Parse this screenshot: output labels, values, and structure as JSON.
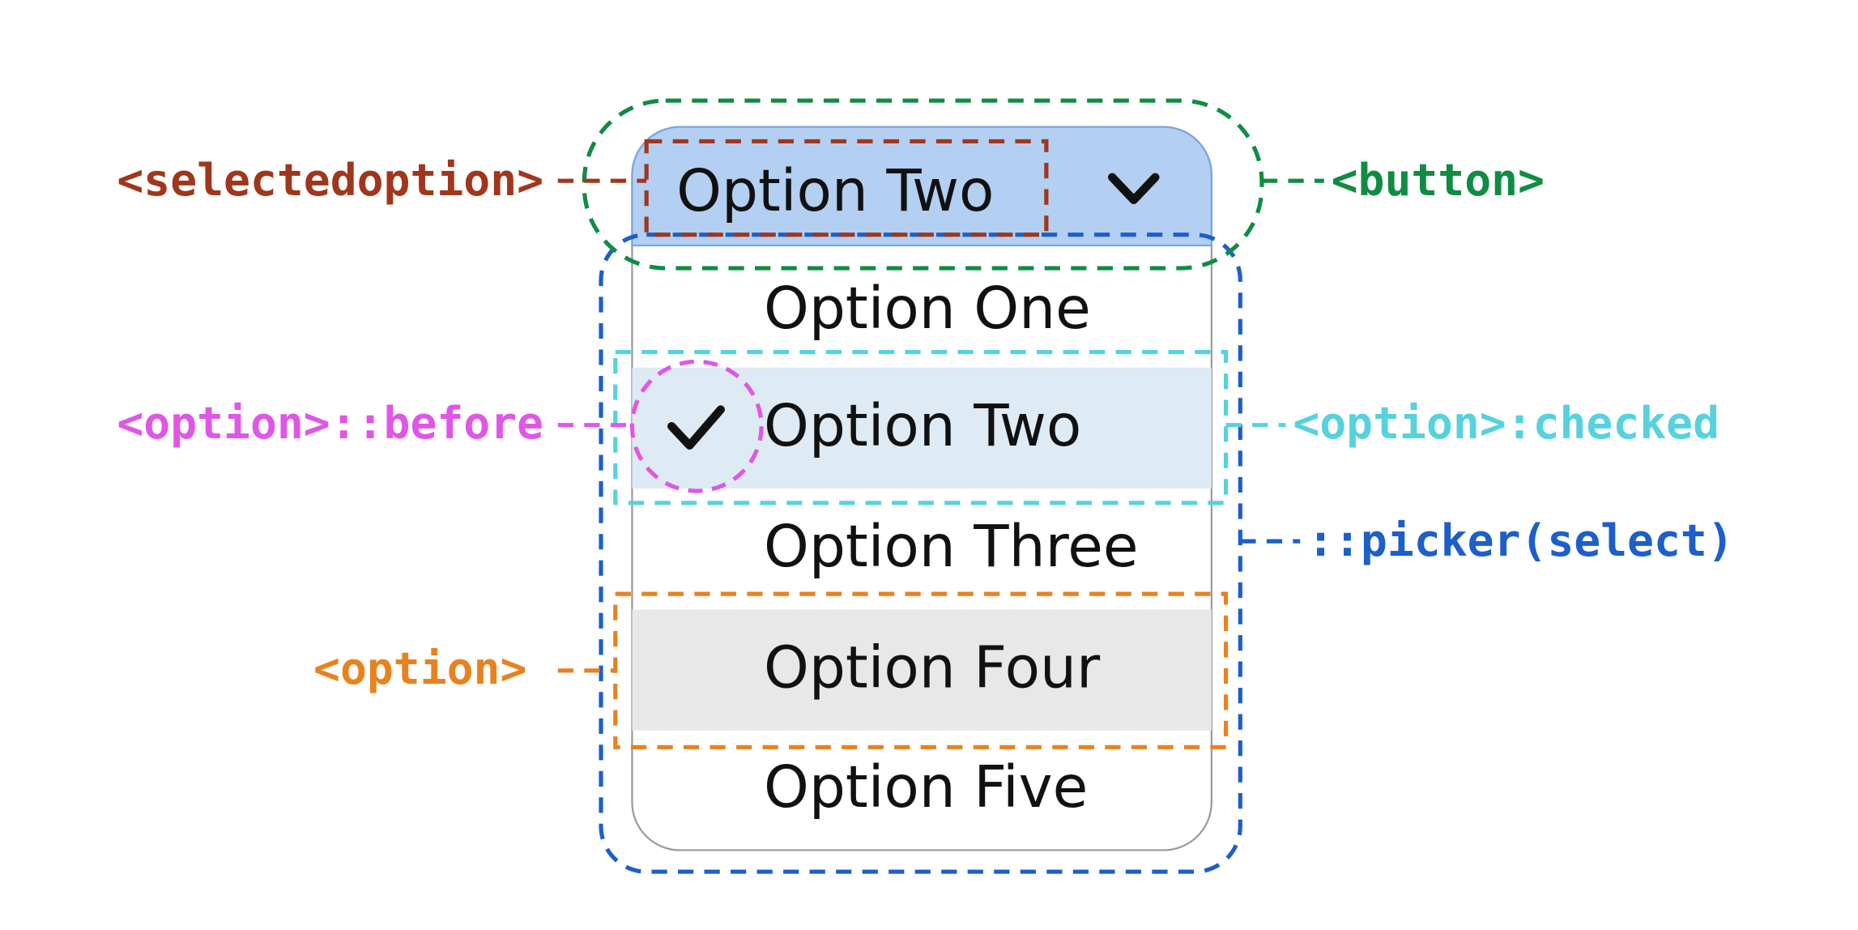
{
  "select": {
    "selected_value": "Option Two",
    "options": [
      "Option One",
      "Option Two",
      "Option Three",
      "Option Four",
      "Option Five"
    ],
    "checked_index": 1,
    "hovered_index": 3
  },
  "labels": {
    "selectedoption": "<selectedoption>",
    "button": "<button>",
    "option_before": "<option>::before",
    "option_checked": "<option>:checked",
    "picker": "::picker(select)",
    "option": "<option>"
  },
  "colors": {
    "selectedoption": "#a0361b",
    "button": "#0f8c43",
    "option_before": "#e056e6",
    "option_checked": "#55d2de",
    "picker": "#1d5fc9",
    "option": "#e8821e",
    "button_fill": "#b3cff2",
    "checked_fill": "#deebf5",
    "hover_fill": "#e8e8e8"
  },
  "icons": {
    "button_arrow": "chevron-down-icon",
    "checkmark": "checkmark-icon"
  }
}
